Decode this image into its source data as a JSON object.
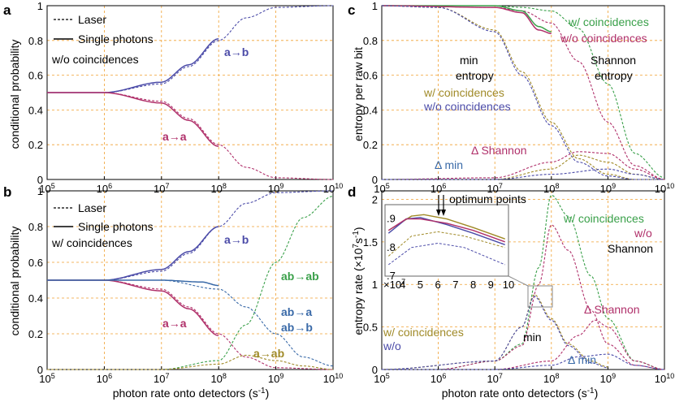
{
  "figure": {
    "x_tick_exponents": [
      5,
      6,
      7,
      8,
      9,
      10
    ],
    "x_tick_base": "10",
    "xlabel": "photon rate onto detectors (s",
    "xlabel_sup": "-1",
    "xlabel_end": ")"
  },
  "colors": {
    "grid": "#f0a030",
    "blue": "#4b4ba8",
    "magenta": "#b0306a",
    "green": "#3aa04a",
    "olive": "#a08a28",
    "steel": "#3a6aa8",
    "axis": "#000000"
  },
  "chart_data": [
    {
      "panel": "a",
      "type": "line",
      "xscale": "log",
      "xlim": [
        100000,
        10000000000
      ],
      "ylim": [
        0,
        1
      ],
      "yticks": [
        "0",
        "0.2",
        "0.4",
        "0.6",
        "0.8",
        "1"
      ],
      "ylabel": "conditional probability",
      "xlabel": "",
      "legend": {
        "position": "top-left",
        "entries": [
          "Laser",
          "Single photons"
        ],
        "extra": "w/o coincidences"
      },
      "series": [
        {
          "name": "a→b",
          "style": "dashed",
          "color": "blue",
          "x": [
            100000.0,
            1000000.0,
            10000000.0,
            30000000.0,
            100000000.0,
            300000000.0,
            1000000000.0,
            10000000000.0
          ],
          "values": [
            0.5,
            0.5,
            0.55,
            0.65,
            0.8,
            0.93,
            0.99,
            1.0
          ]
        },
        {
          "name": "a→b",
          "style": "solid",
          "color": "blue",
          "x": [
            100000.0,
            1000000.0,
            10000000.0,
            30000000.0,
            100000000.0
          ],
          "values": [
            0.5,
            0.5,
            0.56,
            0.66,
            0.81
          ]
        },
        {
          "name": "a→a",
          "style": "dashed",
          "color": "magenta",
          "x": [
            100000.0,
            1000000.0,
            10000000.0,
            30000000.0,
            100000000.0,
            300000000.0,
            1000000000.0,
            10000000000.0
          ],
          "values": [
            0.5,
            0.5,
            0.45,
            0.35,
            0.2,
            0.07,
            0.01,
            0.0
          ]
        },
        {
          "name": "a→a",
          "style": "solid",
          "color": "magenta",
          "x": [
            100000.0,
            1000000.0,
            10000000.0,
            30000000.0,
            100000000.0
          ],
          "values": [
            0.5,
            0.5,
            0.44,
            0.34,
            0.19
          ]
        }
      ]
    },
    {
      "panel": "b",
      "type": "line",
      "xscale": "log",
      "xlim": [
        100000,
        10000000000
      ],
      "ylim": [
        0,
        1
      ],
      "yticks": [
        "0",
        "0.2",
        "0.4",
        "0.6",
        "0.8",
        "1"
      ],
      "ylabel": "conditional probability",
      "xlabel": "photon rate onto detectors (s⁻¹)",
      "legend": {
        "position": "top-left",
        "entries": [
          "Laser",
          "Single photons"
        ],
        "extra": "w/ coincidences"
      },
      "series": [
        {
          "name": "a→b",
          "style": "dashed",
          "color": "blue",
          "x": [
            100000.0,
            1000000.0,
            10000000.0,
            30000000.0,
            100000000.0,
            300000000.0,
            1000000000.0,
            10000000000.0
          ],
          "values": [
            0.5,
            0.5,
            0.55,
            0.65,
            0.8,
            0.93,
            0.99,
            1.0
          ]
        },
        {
          "name": "a→b",
          "style": "solid",
          "color": "blue",
          "x": [
            100000.0,
            1000000.0,
            10000000.0,
            30000000.0,
            100000000.0
          ],
          "values": [
            0.5,
            0.5,
            0.56,
            0.66,
            0.8
          ]
        },
        {
          "name": "a→a",
          "style": "dashed",
          "color": "magenta",
          "x": [
            100000.0,
            1000000.0,
            10000000.0,
            30000000.0,
            100000000.0,
            300000000.0,
            1000000000.0,
            10000000000.0
          ],
          "values": [
            0.5,
            0.5,
            0.45,
            0.35,
            0.2,
            0.07,
            0.01,
            0.0
          ]
        },
        {
          "name": "a→a",
          "style": "solid",
          "color": "magenta",
          "x": [
            100000.0,
            1000000.0,
            10000000.0,
            30000000.0,
            100000000.0
          ],
          "values": [
            0.5,
            0.5,
            0.44,
            0.34,
            0.19
          ]
        },
        {
          "name": "ab→ab",
          "style": "dashed",
          "color": "green",
          "x": [
            100000.0,
            10000000.0,
            100000000.0,
            300000000.0,
            1000000000.0,
            3000000000.0,
            10000000000.0
          ],
          "values": [
            0.0,
            0.0,
            0.05,
            0.25,
            0.6,
            0.85,
            0.97
          ]
        },
        {
          "name": "ab→a ab→b",
          "style": "dashed",
          "color": "steel",
          "x": [
            100000.0,
            10000000.0,
            100000000.0,
            300000000.0,
            1000000000.0,
            3000000000.0,
            10000000000.0
          ],
          "values": [
            0.5,
            0.5,
            0.45,
            0.35,
            0.2,
            0.07,
            0.02
          ]
        },
        {
          "name": "ab→a ab→b",
          "style": "solid",
          "color": "steel",
          "x": [
            100000.0,
            10000000.0,
            50000000.0,
            100000000.0
          ],
          "values": [
            0.5,
            0.5,
            0.49,
            0.47
          ]
        },
        {
          "name": "a→ab",
          "style": "dashed",
          "color": "olive",
          "x": [
            100000.0,
            10000000.0,
            100000000.0,
            300000000.0,
            1000000000.0,
            3000000000.0,
            10000000000.0
          ],
          "values": [
            0.0,
            0.0,
            0.03,
            0.08,
            0.05,
            0.02,
            0.0
          ]
        }
      ],
      "annotations": [
        "a→b",
        "a→a",
        "ab→ab",
        "ab→a",
        "ab→b",
        "a→ab"
      ]
    },
    {
      "panel": "c",
      "type": "line",
      "xscale": "log",
      "xlim": [
        100000,
        10000000000
      ],
      "ylim": [
        0,
        1
      ],
      "yticks": [
        "0",
        "0.2",
        "0.4",
        "0.6",
        "0.8",
        "1"
      ],
      "ylabel": "entropy per raw bit",
      "xlabel": "",
      "series": [
        {
          "name": "Shannon w/ coincidences",
          "style": "dashed",
          "color": "green",
          "x": [
            100000.0,
            10000000.0,
            30000000.0,
            100000000.0,
            300000000.0,
            1000000000.0,
            3000000000.0,
            10000000000.0
          ],
          "values": [
            1.0,
            1.0,
            0.99,
            0.97,
            0.87,
            0.55,
            0.15,
            0.01
          ]
        },
        {
          "name": "Shannon w/o coincidences",
          "style": "dashed",
          "color": "magenta",
          "x": [
            100000.0,
            10000000.0,
            30000000.0,
            100000000.0,
            300000000.0,
            1000000000.0,
            3000000000.0,
            10000000000.0
          ],
          "values": [
            1.0,
            0.99,
            0.97,
            0.9,
            0.68,
            0.33,
            0.08,
            0.0
          ]
        },
        {
          "name": "Shannon w/ coincidences (single photons)",
          "style": "solid",
          "color": "green",
          "x": [
            100000.0,
            10000000.0,
            30000000.0,
            60000000.0,
            100000000.0
          ],
          "values": [
            1.0,
            1.0,
            0.97,
            0.88,
            0.85
          ]
        },
        {
          "name": "Shannon w/o coincidences (single photons)",
          "style": "solid",
          "color": "magenta",
          "x": [
            100000.0,
            10000000.0,
            30000000.0,
            60000000.0,
            100000000.0
          ],
          "values": [
            1.0,
            0.99,
            0.96,
            0.86,
            0.84
          ]
        },
        {
          "name": "min entropy w/ coincidences",
          "style": "dashed",
          "color": "olive",
          "x": [
            100000.0,
            1000000.0,
            10000000.0,
            30000000.0,
            100000000.0,
            300000000.0,
            1000000000.0,
            3000000000.0,
            10000000000.0
          ],
          "values": [
            1.0,
            0.99,
            0.86,
            0.62,
            0.33,
            0.12,
            0.03,
            0.0,
            0.0
          ]
        },
        {
          "name": "min entropy w/o coincidences",
          "style": "dashed",
          "color": "blue",
          "x": [
            100000.0,
            1000000.0,
            10000000.0,
            30000000.0,
            100000000.0,
            300000000.0,
            1000000000.0,
            3000000000.0,
            10000000000.0
          ],
          "values": [
            1.0,
            0.99,
            0.85,
            0.6,
            0.31,
            0.1,
            0.02,
            0.0,
            0.0
          ]
        },
        {
          "name": "Δ Shannon",
          "style": "dashed",
          "color": "magenta",
          "x": [
            100000.0,
            10000000.0,
            100000000.0,
            300000000.0,
            1000000000.0,
            3000000000.0,
            10000000000.0
          ],
          "values": [
            0.0,
            0.01,
            0.1,
            0.16,
            0.15,
            0.06,
            0.0
          ]
        },
        {
          "name": "Δ Shannon (w/ coincidences)",
          "style": "dashed",
          "color": "olive",
          "x": [
            100000.0,
            10000000.0,
            100000000.0,
            300000000.0,
            1000000000.0,
            3000000000.0,
            10000000000.0
          ],
          "values": [
            0.0,
            0.0,
            0.06,
            0.14,
            0.1,
            0.03,
            0.0
          ]
        },
        {
          "name": "Δ min",
          "style": "dashed",
          "color": "blue",
          "x": [
            100000.0,
            10000000.0,
            100000000.0,
            1000000000.0,
            3000000000.0,
            10000000000.0
          ],
          "values": [
            0.0,
            0.0,
            0.03,
            0.06,
            0.03,
            0.0
          ]
        }
      ],
      "annotations": [
        "w/ coincidences",
        "w/o coincidences",
        "min entropy",
        "Shannon entropy",
        "w/ coincidences",
        "w/o coincidences",
        "Δ Shannon",
        "Δ min"
      ]
    },
    {
      "panel": "d",
      "type": "line",
      "xscale": "log",
      "xlim": [
        100000,
        10000000000
      ],
      "ylim": [
        0,
        2.1
      ],
      "yticks": [
        "0",
        "0.5",
        "1",
        "1.5",
        "2"
      ],
      "ylabel": "entropy rate (×10⁷s⁻¹)",
      "xlabel": "photon rate onto detectors (s⁻¹)",
      "series": [
        {
          "name": "Shannon w/ coincidences",
          "style": "dashed",
          "color": "green",
          "x": [
            100000.0,
            1000000.0,
            10000000.0,
            30000000.0,
            60000000.0,
            100000000.0,
            200000000.0,
            500000000.0,
            1000000000.0,
            3000000000.0,
            10000000000.0
          ],
          "values": [
            0.0,
            0.0,
            0.1,
            0.3,
            1.2,
            2.05,
            1.8,
            1.1,
            0.6,
            0.1,
            0.0
          ]
        },
        {
          "name": "Shannon w/o coincidences",
          "style": "dashed",
          "color": "magenta",
          "x": [
            100000.0,
            1000000.0,
            10000000.0,
            30000000.0,
            60000000.0,
            100000000.0,
            200000000.0,
            500000000.0,
            1000000000.0,
            3000000000.0,
            10000000000.0
          ],
          "values": [
            0.0,
            0.0,
            0.1,
            0.28,
            1.0,
            1.7,
            1.4,
            0.7,
            0.3,
            0.05,
            0.0
          ]
        },
        {
          "name": "min w/ coincidences",
          "style": "dashed",
          "color": "olive",
          "x": [
            100000.0,
            10000000.0,
            30000000.0,
            50000000.0,
            100000000.0,
            200000000.0,
            500000000.0,
            1000000000.0
          ],
          "values": [
            0.0,
            0.1,
            0.5,
            0.88,
            0.6,
            0.3,
            0.1,
            0.03
          ]
        },
        {
          "name": "min w/o coincidences",
          "style": "dashed",
          "color": "blue",
          "x": [
            100000.0,
            10000000.0,
            30000000.0,
            50000000.0,
            100000000.0,
            200000000.0,
            500000000.0,
            1000000000.0
          ],
          "values": [
            0.0,
            0.1,
            0.5,
            0.86,
            0.58,
            0.28,
            0.08,
            0.02
          ]
        },
        {
          "name": "Δ Shannon",
          "style": "dashed",
          "color": "magenta",
          "x": [
            100000.0,
            10000000.0,
            100000000.0,
            300000000.0,
            600000000.0,
            1000000000.0,
            3000000000.0,
            10000000000.0
          ],
          "values": [
            0.0,
            0.0,
            0.1,
            0.4,
            0.58,
            0.5,
            0.1,
            0.0
          ]
        },
        {
          "name": "Δ min",
          "style": "dashed",
          "color": "blue",
          "x": [
            100000.0,
            10000000.0,
            100000000.0,
            300000000.0,
            1000000000.0,
            3000000000.0,
            10000000000.0
          ],
          "values": [
            0.0,
            0.0,
            0.05,
            0.15,
            0.18,
            0.05,
            0.0
          ]
        }
      ],
      "inset": {
        "xlim": [
          30000000,
          100000000
        ],
        "ylim": [
          0.7,
          0.95
        ],
        "xticks": [
          "4",
          "5",
          "6",
          "7",
          "8",
          "9",
          "10"
        ],
        "xtick_prefix": "×10",
        "xtick_prefix_sup": "7",
        "yticks": [
          ".7",
          ".8",
          ".9"
        ],
        "callout": "optimum points"
      },
      "annotations": [
        "w/ coincidences",
        "w/o",
        "Shannon",
        "min",
        "Δ Shannon",
        "Δ min",
        "w/ coincidences",
        "w/o"
      ]
    }
  ],
  "panels": {
    "a": {
      "letter": "a",
      "legend_laser": "Laser",
      "legend_single": "Single photons",
      "legend_extra": "w/o coincidences",
      "ann_ab": "a→b",
      "ann_aa": "a→a"
    },
    "b": {
      "letter": "b",
      "legend_laser": "Laser",
      "legend_single": "Single photons",
      "legend_extra": "w/ coincidences",
      "ann_ab": "a→b",
      "ann_aa": "a→a",
      "ann_abab": "ab→ab",
      "ann_aba": "ab→a",
      "ann_abb": "ab→b",
      "ann_aab": "a→ab"
    },
    "c": {
      "letter": "c",
      "ann_w": "w/ coincidences",
      "ann_wo": "w/o coincidences",
      "ann_min1": "min",
      "ann_min2": "entropy",
      "ann_sh1": "Shannon",
      "ann_sh2": "entropy",
      "ann_w2": "w/ coincidences",
      "ann_wo2": "w/o coincidences",
      "ann_dsh": "Δ Shannon",
      "ann_dmin": "Δ min"
    },
    "d": {
      "letter": "d",
      "ann_w": "w/ coincidences",
      "ann_wo": "w/o",
      "ann_sh": "Shannon",
      "ann_min": "min",
      "ann_dsh": "Δ Shannon",
      "ann_dmin": "Δ min",
      "ann_w2": "w/ coincidences",
      "ann_wo2": "w/o",
      "ann_opt": "optimum points"
    }
  }
}
